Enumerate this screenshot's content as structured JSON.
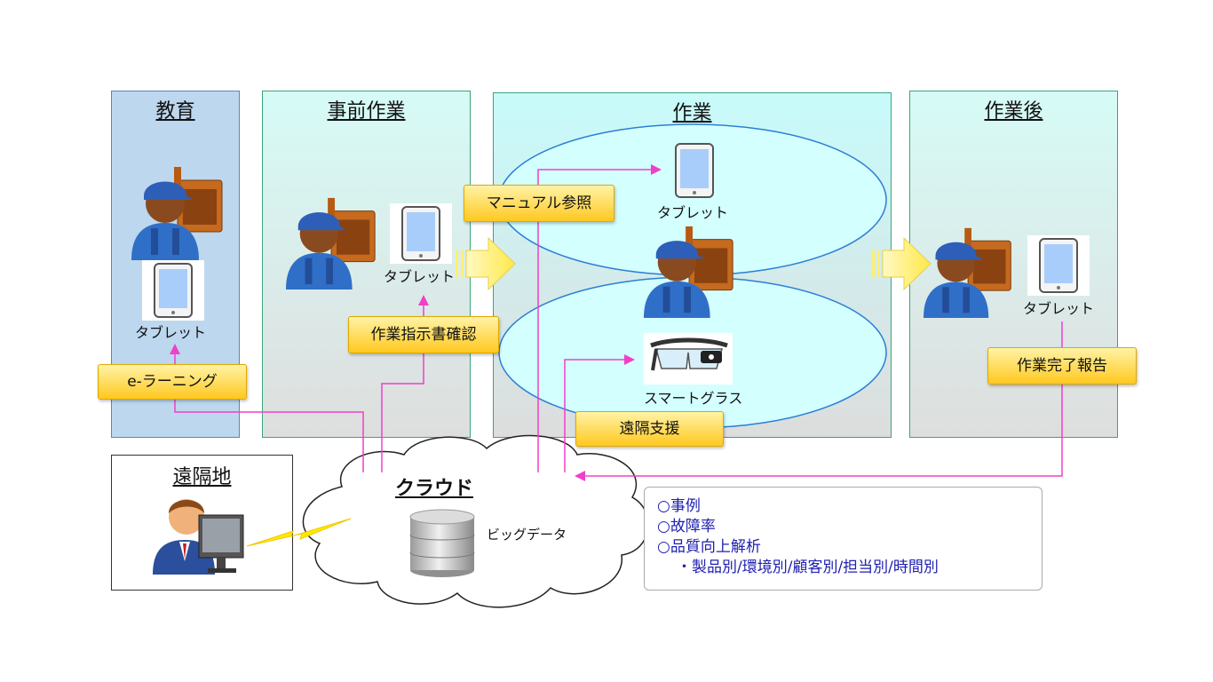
{
  "panels": {
    "education": {
      "title": "教育",
      "tablet": "タブレット",
      "button": "e-ラーニング"
    },
    "pre_work": {
      "title": "事前作業",
      "tablet": "タブレット",
      "button": "作業指示書確認"
    },
    "work": {
      "title": "作業",
      "tablet": "タブレット",
      "glasses": "スマートグラス",
      "manual_button": "マニュアル参照",
      "remote_button": "遠隔支援"
    },
    "post_work": {
      "title": "作業後",
      "tablet": "タブレット",
      "button": "作業完了報告"
    },
    "remote": {
      "title": "遠隔地"
    }
  },
  "cloud": {
    "title": "クラウド",
    "db_label": "ビッグデータ"
  },
  "info_box": {
    "lines": [
      "○事例",
      "○故障率",
      "○品質向上解析",
      "・製品別/環境別/顧客別/担当別/時間別"
    ]
  },
  "colors": {
    "connector": "#f040c8",
    "panel_edu": "#bdd7ee",
    "panel_teal": "#d9fbf6",
    "panel_work": "#ccfbfb",
    "highlight": "#ffc820",
    "info_text": "#2020b0"
  }
}
